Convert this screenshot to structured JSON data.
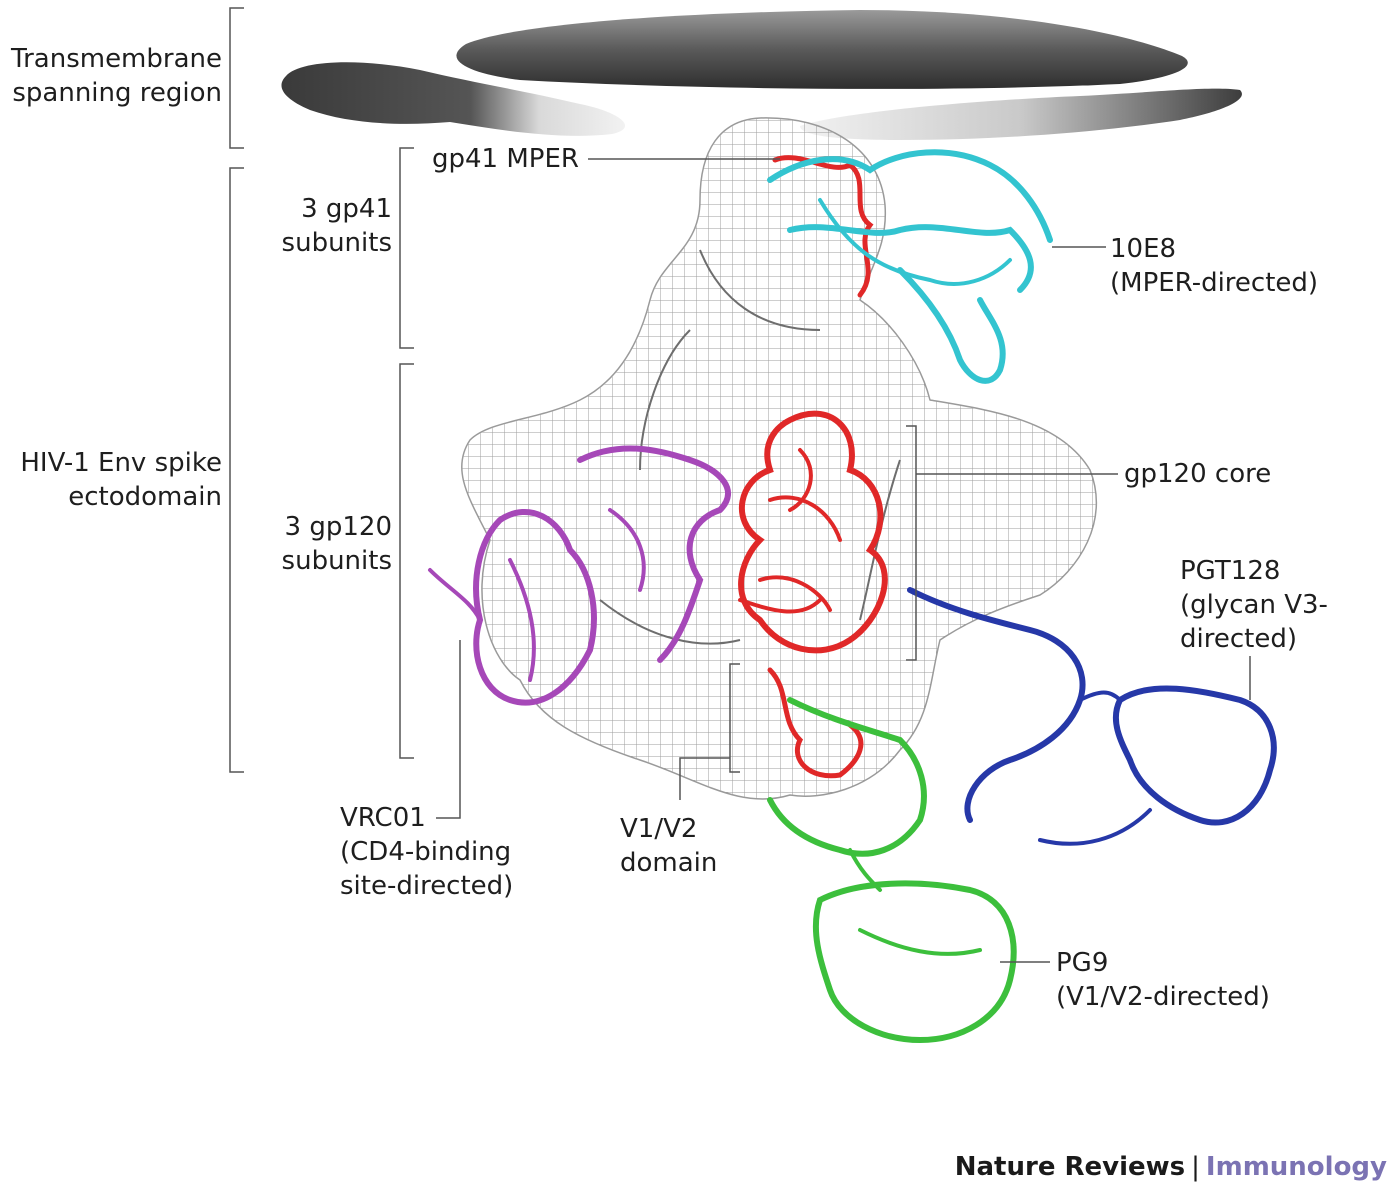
{
  "labels": {
    "transmembrane": [
      "Transmembrane",
      "spanning region"
    ],
    "ectodomain": [
      "HIV-1 Env spike",
      "ectodomain"
    ],
    "gp41_subunits": [
      "3 gp41",
      "subunits"
    ],
    "gp120_subunits": [
      "3 gp120",
      "subunits"
    ],
    "gp41_mper": "gp41 MPER",
    "tenE8": [
      "10E8",
      "(MPER-directed)"
    ],
    "gp120_core": "gp120 core",
    "pgt128": [
      "PGT128",
      "(glycan V3-",
      "directed)"
    ],
    "vrc01": [
      "VRC01",
      "(CD4-binding",
      "site-directed)"
    ],
    "v1v2_domain": [
      "V1/V2",
      "domain"
    ],
    "pg9": [
      "PG9",
      "(V1/V2-directed)"
    ]
  },
  "credit": {
    "publisher": "Nature Reviews",
    "separator": "|",
    "journal": "Immunology"
  },
  "colors": {
    "membrane": "#555555",
    "mesh": "#8a8a8a",
    "gp_red": "#e02828",
    "tenE8_cyan": "#33c4d0",
    "vrc01_purple": "#a648b8",
    "pgt128_blue": "#2638a8",
    "pg9_green": "#3cbf3c",
    "journal": "#7b73b3"
  }
}
